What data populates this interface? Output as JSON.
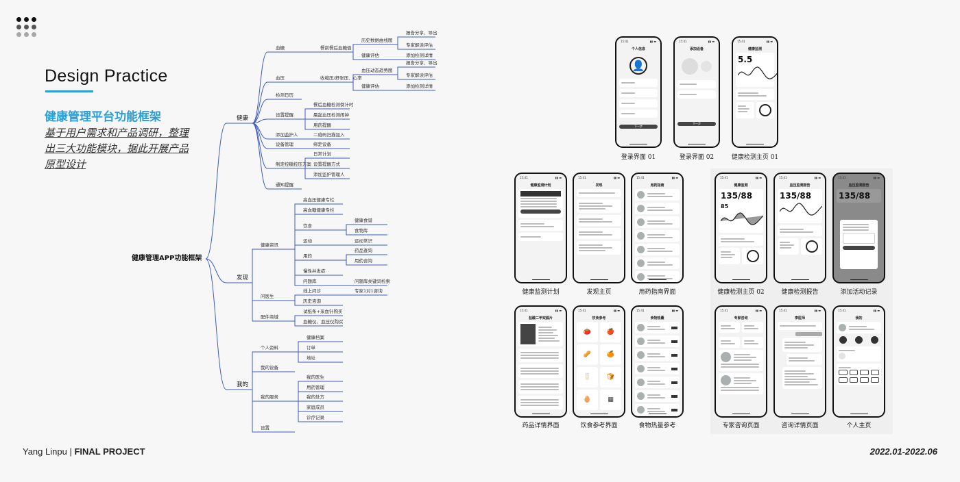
{
  "header": {
    "dot_colors": [
      "#111111",
      "#555555",
      "#a8a8a8"
    ],
    "title_en": "Design Practice",
    "title_cn": "健康管理平台功能框架",
    "description": "基于用户需求和产品调研，整理出三大功能模块，据此开展产品原型设计",
    "accent": "#2a9fd6"
  },
  "mindmap": {
    "line_color": "#3b5bc4",
    "nodes": [
      {
        "label": "健康管理APP功能框架",
        "parent": null
      },
      {
        "label": "健康",
        "parent": 0
      },
      {
        "label": "发现",
        "parent": 0
      },
      {
        "label": "我的",
        "parent": 0
      },
      {
        "label": "血糖",
        "parent": 1
      },
      {
        "label": "血压",
        "parent": 1
      },
      {
        "label": "检测日历",
        "parent": 1
      },
      {
        "label": "设置提醒",
        "parent": 1
      },
      {
        "label": "添加监护人",
        "parent": 1
      },
      {
        "label": "设备管理",
        "parent": 1
      },
      {
        "label": "制定控糖控压方案",
        "parent": 1
      },
      {
        "label": "通知提醒",
        "parent": 1
      },
      {
        "label": "餐前餐后血糖值",
        "parent": 4
      },
      {
        "label": "收缩压/舒张压、心率",
        "parent": 5
      },
      {
        "label": "餐后血糖检测倒计时",
        "parent": 7
      },
      {
        "label": "晨起血压检测闹钟",
        "parent": 7
      },
      {
        "label": "用药提醒",
        "parent": 7
      },
      {
        "label": "二维码扫描加入",
        "parent": 8
      },
      {
        "label": "绑定设备",
        "parent": 9
      },
      {
        "label": "日常计划",
        "parent": 10
      },
      {
        "label": "设置提醒方式",
        "parent": 10
      },
      {
        "label": "添加监护管理人",
        "parent": 10
      },
      {
        "label": "历史数据曲线图",
        "parent": 12
      },
      {
        "label": "健康评估",
        "parent": 12
      },
      {
        "label": "血压动态趋势图",
        "parent": 13
      },
      {
        "label": "健康评估",
        "parent": 13
      },
      {
        "label": "报告分享、导出",
        "parent": 22
      },
      {
        "label": "专家解读评估",
        "parent": 22
      },
      {
        "label": "添加检测详情",
        "parent": 23
      },
      {
        "label": "报告分享、导出",
        "parent": 24
      },
      {
        "label": "专家解读评估",
        "parent": 24
      },
      {
        "label": "添加检测详情",
        "parent": 25
      },
      {
        "label": "健康资讯",
        "parent": 2
      },
      {
        "label": "问医生",
        "parent": 2
      },
      {
        "label": "配件商城",
        "parent": 2
      },
      {
        "label": "高血压健康专栏",
        "parent": 32
      },
      {
        "label": "高血糖健康专栏",
        "parent": 32
      },
      {
        "label": "饮食",
        "parent": 32
      },
      {
        "label": "运动",
        "parent": 32
      },
      {
        "label": "用药",
        "parent": 32
      },
      {
        "label": "慢性并发症",
        "parent": 32
      },
      {
        "label": "问题库",
        "parent": 32
      },
      {
        "label": "健康食谱",
        "parent": 37
      },
      {
        "label": "食物库",
        "parent": 37
      },
      {
        "label": "运动常识",
        "parent": 38
      },
      {
        "label": "药品查询",
        "parent": 39
      },
      {
        "label": "用药咨询",
        "parent": 39
      },
      {
        "label": "问题库关键词检索",
        "parent": 41
      },
      {
        "label": "线上问诊",
        "parent": 33
      },
      {
        "label": "历史咨询",
        "parent": 33
      },
      {
        "label": "专家1对1咨询",
        "parent": 48
      },
      {
        "label": "试纸条+采血针购买",
        "parent": 34
      },
      {
        "label": "血糖仪、血压仪购买",
        "parent": 34
      },
      {
        "label": "个人资料",
        "parent": 3
      },
      {
        "label": "我的设备",
        "parent": 3
      },
      {
        "label": "我的服务",
        "parent": 3
      },
      {
        "label": "设置",
        "parent": 3
      },
      {
        "label": "健康档案",
        "parent": 53
      },
      {
        "label": "订单",
        "parent": 53
      },
      {
        "label": "地址",
        "parent": 53
      },
      {
        "label": "我的医生",
        "parent": 55
      },
      {
        "label": "用药管理",
        "parent": 55
      },
      {
        "label": "我的处方",
        "parent": 55
      },
      {
        "label": "家庭成员",
        "parent": 55
      },
      {
        "label": "诊疗记录",
        "parent": 55
      }
    ]
  },
  "phones": [
    {
      "title": "个人信息",
      "caption": "登录界面 01",
      "kind": "profile",
      "button": "下一步"
    },
    {
      "title": "添加设备",
      "caption": "登录界面 02",
      "kind": "device",
      "button": "下一步"
    },
    {
      "title": "健康监测",
      "caption": "健康检测主页 01",
      "kind": "dash",
      "value": "5.5"
    },
    {
      "title": "健康监测计划",
      "caption": "健康监测计划",
      "kind": "plan"
    },
    {
      "title": "发现",
      "caption": "发现主页",
      "kind": "discover"
    },
    {
      "title": "用药指南",
      "caption": "用药指南界面",
      "kind": "list"
    },
    {
      "title": "健康监测",
      "caption": "健康检测主页 02",
      "kind": "dash",
      "value": "135/88",
      "extra": "85"
    },
    {
      "title": "血压监测报告",
      "caption": "健康检测报告",
      "kind": "report",
      "value": "135/88"
    },
    {
      "title": "血压监测报告",
      "caption": "添加活动记录",
      "kind": "overlay",
      "value": "135/88",
      "dark": true
    },
    {
      "title": "盐酸二甲双胍片",
      "caption": "药品详情界面",
      "kind": "detail"
    },
    {
      "title": "饮食参考",
      "caption": "饮食参考界面",
      "kind": "grid"
    },
    {
      "title": "食物热量",
      "caption": "食物热量参考",
      "kind": "food"
    },
    {
      "title": "专家咨询",
      "caption": "专家咨询页面",
      "kind": "experts"
    },
    {
      "title": "李医师",
      "caption": "咨询详情页面",
      "kind": "chat"
    },
    {
      "title": "我的",
      "caption": "个人主页",
      "kind": "me"
    }
  ],
  "phone_status_time": "15:41",
  "footer": {
    "name": "Yang Linpu",
    "separator": "|",
    "project": "FINAL PROJECT",
    "date_range": "2022.01-2022.06"
  }
}
